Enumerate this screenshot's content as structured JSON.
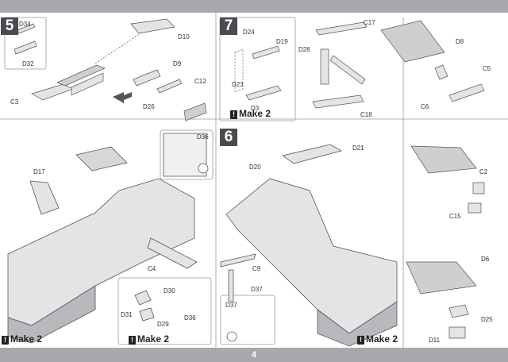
{
  "page_number": "4",
  "steps": {
    "s5": "5",
    "s7": "7",
    "s6": "6"
  },
  "make_label": "Make 2",
  "labels": {
    "D34": "D34",
    "D32": "D32",
    "D10": "D10",
    "C3": "C3",
    "D9": "D9",
    "D26": "D26",
    "C12": "C12",
    "D24": "D24",
    "D19": "D19",
    "D28": "D28",
    "D23": "D23",
    "D3": "D3",
    "C18": "C18",
    "C17": "C17",
    "D8": "D8",
    "C5": "C5",
    "C6": "C6",
    "D36a": "D36",
    "D17": "D17",
    "C4": "C4",
    "D30": "D30",
    "D31": "D31",
    "D29": "D29",
    "D36b": "D36",
    "D21": "D21",
    "D20": "D20",
    "C9": "C9",
    "D37a": "D37",
    "D37b": "D37",
    "C2": "C2",
    "C15": "C15",
    "D6": "D6",
    "D25": "D25",
    "D11": "D11"
  },
  "colors": {
    "bars": "#a9a9ad",
    "step_badge": "#4a4a4f",
    "part_fill": "#e4e4e6",
    "part_dark": "#b9b9bd"
  }
}
